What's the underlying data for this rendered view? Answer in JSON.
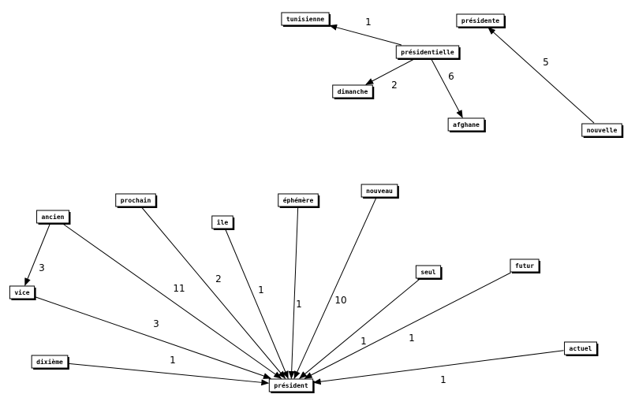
{
  "nodes": [
    {
      "id": "tunisienne",
      "label": "tunisienne"
    },
    {
      "id": "presidente",
      "label": "présidente"
    },
    {
      "id": "presidentielle",
      "label": "présidentielle"
    },
    {
      "id": "dimanche",
      "label": "dimanche"
    },
    {
      "id": "afghane",
      "label": "afghane"
    },
    {
      "id": "nouvelle",
      "label": "nouvelle"
    },
    {
      "id": "prochain",
      "label": "prochain"
    },
    {
      "id": "ephemere",
      "label": "éphémère"
    },
    {
      "id": "nouveau",
      "label": "nouveau"
    },
    {
      "id": "ancien",
      "label": "ancien"
    },
    {
      "id": "ile",
      "label": "île"
    },
    {
      "id": "futur",
      "label": "futur"
    },
    {
      "id": "seul",
      "label": "seul"
    },
    {
      "id": "vice",
      "label": "vice"
    },
    {
      "id": "actuel",
      "label": "actuel"
    },
    {
      "id": "dixieme",
      "label": "dixième"
    },
    {
      "id": "president",
      "label": "président"
    }
  ],
  "edges": [
    {
      "from": "presidentielle",
      "to": "tunisienne",
      "weight": "1"
    },
    {
      "from": "presidentielle",
      "to": "dimanche",
      "weight": "2"
    },
    {
      "from": "presidentielle",
      "to": "afghane",
      "weight": "6"
    },
    {
      "from": "nouvelle",
      "to": "presidente",
      "weight": "5"
    },
    {
      "from": "ancien",
      "to": "vice",
      "weight": "3"
    },
    {
      "from": "ancien",
      "to": "president",
      "weight": "11"
    },
    {
      "from": "prochain",
      "to": "president",
      "weight": "2"
    },
    {
      "from": "ile",
      "to": "president",
      "weight": "1"
    },
    {
      "from": "ephemere",
      "to": "president",
      "weight": "1"
    },
    {
      "from": "nouveau",
      "to": "president",
      "weight": "10"
    },
    {
      "from": "seul",
      "to": "president",
      "weight": "1"
    },
    {
      "from": "futur",
      "to": "president",
      "weight": "1"
    },
    {
      "from": "vice",
      "to": "president",
      "weight": "3"
    },
    {
      "from": "dixieme",
      "to": "president",
      "weight": "1"
    },
    {
      "from": "actuel",
      "to": "president",
      "weight": "1"
    }
  ]
}
